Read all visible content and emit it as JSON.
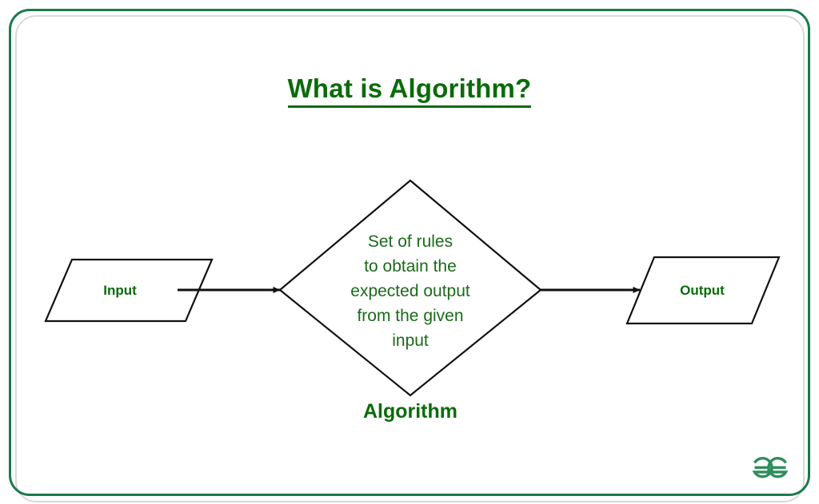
{
  "page": {
    "title": "What is Algorithm?",
    "background_color": "#ffffff"
  },
  "colors": {
    "text_green_dark": "#0a6b0a",
    "text_green_body": "#1a6b1a",
    "frame_green": "#1b7a4b",
    "frame_shadow_gray": "#d9d9d9",
    "shape_stroke": "#111111",
    "logo_green": "#2f8d5b"
  },
  "frame": {
    "green_label": "rounded-green-border",
    "shadow_label": "rounded-gray-border"
  },
  "diagram": {
    "type": "flowchart",
    "nodes": [
      {
        "id": "input",
        "shape": "parallelogram",
        "label": "Input"
      },
      {
        "id": "algorithm",
        "shape": "diamond",
        "body_lines": [
          "Set of rules",
          "to obtain the",
          "expected output",
          "from the given",
          "input"
        ],
        "caption": "Algorithm"
      },
      {
        "id": "output",
        "shape": "parallelogram",
        "label": "Output"
      }
    ],
    "edges": [
      {
        "from": "input",
        "to": "algorithm",
        "style": "solid-arrow"
      },
      {
        "from": "algorithm",
        "to": "output",
        "style": "solid-arrow"
      }
    ]
  },
  "logo": {
    "name": "geeksforgeeks-logo",
    "text": "ƏG"
  }
}
